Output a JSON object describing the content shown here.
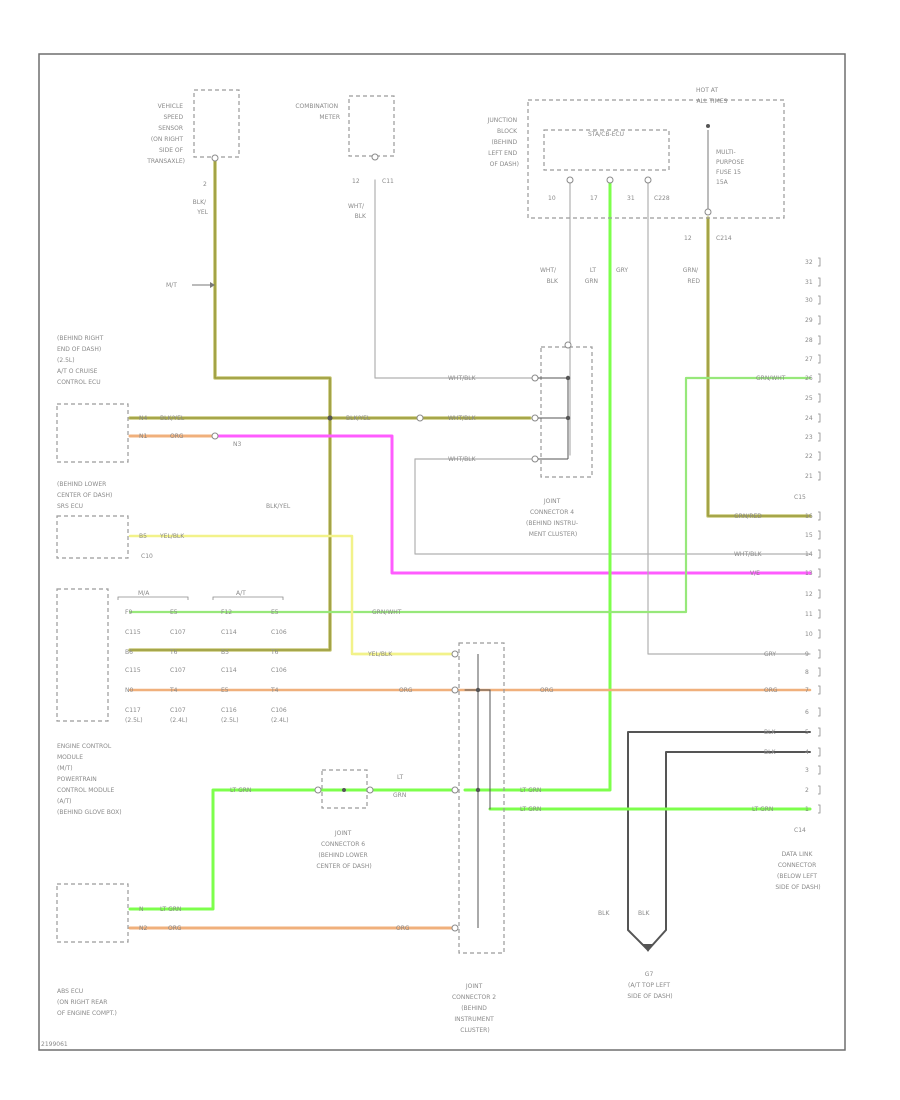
{
  "diagram_id": "2199061",
  "components": {
    "vss": [
      "VEHICLE",
      "SPEED",
      "SENSOR",
      "(ON RIGHT",
      "SIDE OF",
      "TRANSAXLE)"
    ],
    "vss_pin": "2",
    "meter": [
      "COMBINATION",
      "METER"
    ],
    "meter_pins": [
      "12",
      "C11"
    ],
    "jb": [
      "JUNCTION",
      "BLOCK",
      "(BEHIND",
      "LEFT END",
      "OF DASH)"
    ],
    "jb_inner": "STA/CB-ECU",
    "jb_pins": [
      "10",
      "17",
      "31",
      "C228"
    ],
    "hot": [
      "HOT AT",
      "ALL TIMES"
    ],
    "fuse": [
      "MULTI-",
      "PURPOSE",
      "FUSE 15",
      "15A"
    ],
    "fuse_pins": [
      "12",
      "C214"
    ],
    "cruise": [
      "(BEHIND RIGHT",
      "END OF DASH)",
      "(2.5L)",
      "A/T O CRUISE",
      "CONTROL ECU"
    ],
    "srs": [
      "(BEHIND LOWER",
      "CENTER OF DASH)",
      "SRS ECU"
    ],
    "srs_conn": "C10",
    "ecm": [
      "ENGINE CONTROL",
      "MODULE",
      "(M/T)",
      "POWERTRAIN",
      "CONTROL MODULE",
      "(A/T)",
      "(BEHIND GLOVE BOX)"
    ],
    "ecm_mt": "M/A",
    "ecm_at": "A/T",
    "abs": [
      "ABS ECU",
      "(ON RIGHT REAR",
      "OF ENGINE COMPT.)"
    ],
    "jc4": [
      "JOINT",
      "CONNECTOR 4",
      "(BEHIND INSTRU-",
      "MENT CLUSTER)"
    ],
    "jc6": [
      "JOINT",
      "CONNECTOR 6",
      "(BEHIND LOWER",
      "CENTER OF DASH)"
    ],
    "jc2": [
      "JOINT",
      "CONNECTOR 2",
      "(BEHIND",
      "INSTRUMENT",
      "CLUSTER)"
    ],
    "dlc": [
      "DATA LINK",
      "CONNECTOR",
      "(BELOW LEFT",
      "SIDE OF DASH)"
    ],
    "dlc_top": "C15",
    "dlc_bot": "C14",
    "ground": [
      "G7",
      "(A/T TOP LEFT",
      "SIDE OF DASH)"
    ],
    "mt_arrow": "M/T",
    "ecm_row1": [
      "C115",
      "C107",
      "C114",
      "C106"
    ],
    "ecm_row2": [
      "C115",
      "C107",
      "C114",
      "C106"
    ],
    "ecm_row3": [
      "C117",
      "C107",
      "C116",
      "C106"
    ],
    "ecm_sub": [
      "(2.5L)",
      "(2.4L)",
      "(2.5L)",
      "(2.4L)"
    ],
    "ecm_pin1": [
      "F9",
      "E5",
      "F12",
      "E5"
    ],
    "ecm_pin2": [
      "B6",
      "T6",
      "B5",
      "T6"
    ],
    "ecm_pin3": [
      "N0",
      "T4",
      "E5",
      "T4"
    ],
    "dlc_pins": [
      "32",
      "31",
      "30",
      "29",
      "28",
      "27",
      "26",
      "25",
      "24",
      "23",
      "22",
      "21",
      "16",
      "15",
      "14",
      "13",
      "12",
      "11",
      "10",
      "9",
      "8",
      "7",
      "6",
      "5",
      "4",
      "3",
      "2",
      "1"
    ]
  },
  "wires": {
    "vss_color": [
      "BLK/",
      "YEL"
    ],
    "meter_color": [
      "WHT/",
      "BLK"
    ],
    "jb_10": [
      "WHT/",
      "BLK"
    ],
    "jb_17": [
      "LT",
      "GRN"
    ],
    "jb_31": "GRY",
    "fuse_color": [
      "GRN/",
      "RED"
    ],
    "cruise_w1": "BLK/YEL",
    "cruise_w2": "ORG",
    "cruise_p1": "N4",
    "cruise_p2": "N1",
    "w_grn_red": "GRN/RED",
    "w_pink": "N3",
    "w_blk_yel_mid": "BLK/YEL",
    "w_blk_yel_vert": "BLK/YEL",
    "jc4_w1": "WHT/BLK",
    "jc4_w2": "WHT/BLK",
    "jc4_w3": "WHT/BLK",
    "srs_w": "YEL/BLK",
    "srs_pin": "B5",
    "ecm_w_grn": "GRN/WHT",
    "ecm_w_yelblk": "YEL/BLK",
    "ecm_w_org": "ORG",
    "abs_w1": "LT GRN",
    "abs_w2": "ORG",
    "abs_p1": "N",
    "abs_p2": "N2",
    "jc6_in": "LT GRN",
    "jc6_out": [
      "LT",
      "GRN"
    ],
    "jc2_lt1": "LT GRN",
    "jc2_lt2": "LT GRN",
    "dlc_lt": "LT GRN",
    "dlc_org": "ORG",
    "dlc_gry": "GRY",
    "dlc_blk1": "BLK",
    "dlc_blk2": "BLK",
    "dlc_grnred": "GRN/RED",
    "dlc_whtblk": "WHT/BLK",
    "dlc_pink": "V/E",
    "gnd_l": "BLK",
    "gnd_r": "BLK"
  },
  "colors": {
    "frame": "#6f6f6f",
    "blk_yel": "#9a9a3a",
    "olive_stroke": "#c8c87a",
    "green_bright": "#7dff4c",
    "green_mid": "#97e87a",
    "orange": "#f0b07c",
    "magenta": "#ff5cff",
    "yellow": "#f2f28a",
    "gray": "#b0b0b0",
    "dark": "#555555"
  }
}
